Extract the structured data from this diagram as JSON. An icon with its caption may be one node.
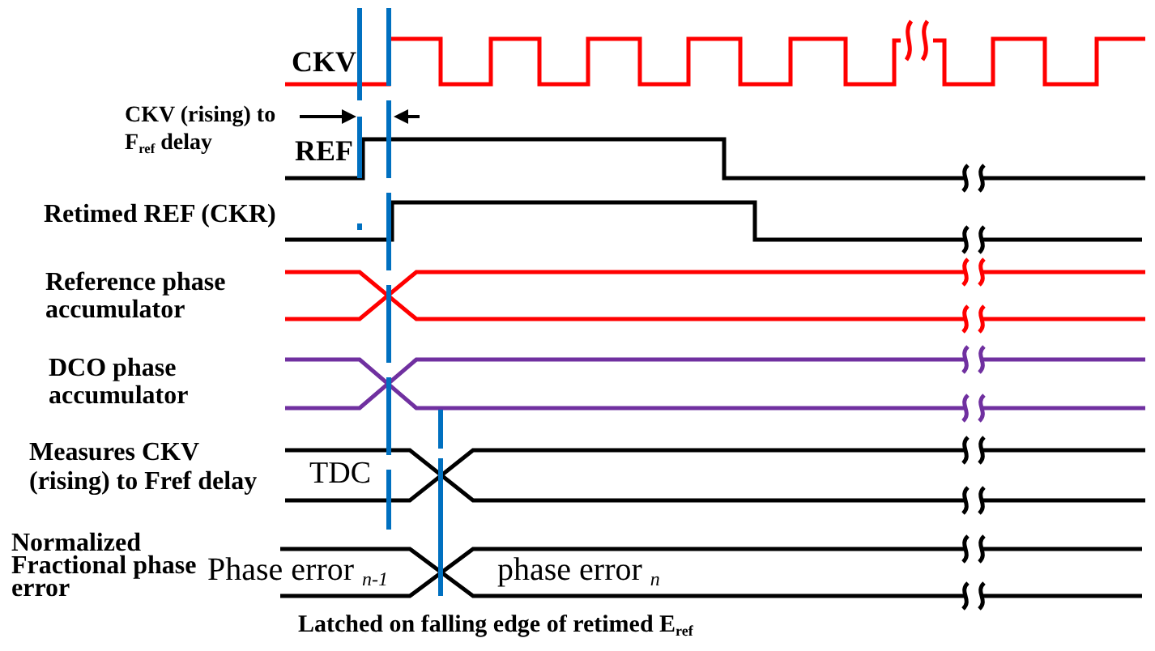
{
  "diagram": {
    "labels": [
      "CKV",
      "CKV (rising) to F$_{ref}$ delay",
      "REF",
      "Retimed REF (CKR)",
      "Reference phase accumulator",
      "DCO phase accumulator",
      "Measures CKV (rising) to Fref delay",
      "TDC",
      "Normalized Fractional phase error",
      "Phase error $_{n-1}$",
      "phase error $_{n}$",
      "Latched on falling edge of retimed E$_{ref}$"
    ]
  }
}
